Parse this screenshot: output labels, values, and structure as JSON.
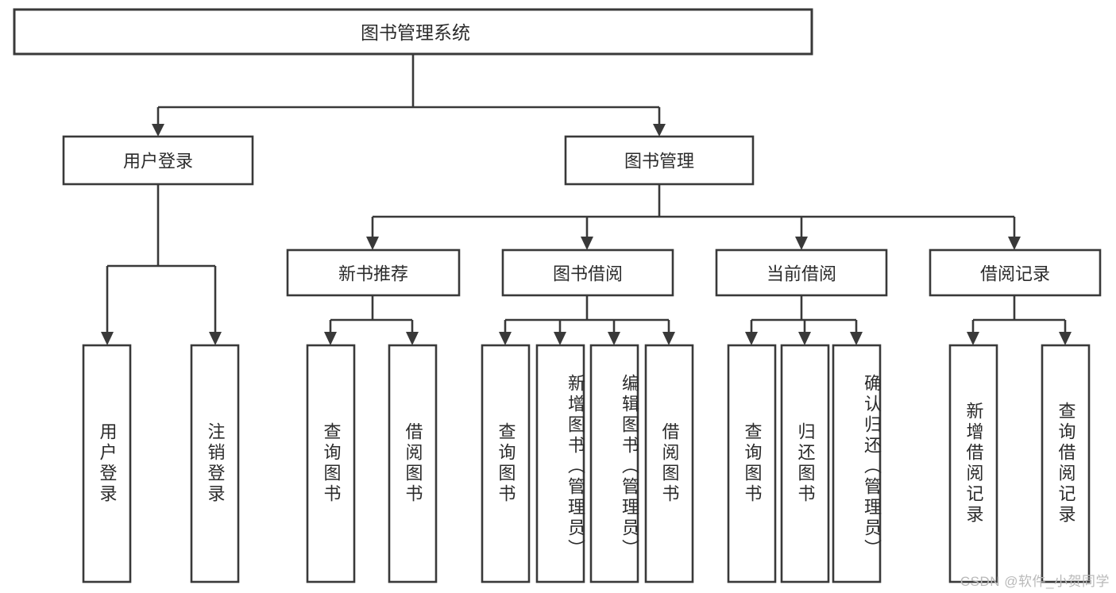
{
  "diagram": {
    "type": "tree-hierarchy",
    "title": "图书管理系统",
    "orientation": "top-down",
    "colors": {
      "stroke": "#393939",
      "box_fill": "#ffffff",
      "text": "#2b2b2b",
      "background": "#ffffff",
      "watermark": "#b9b9b9"
    },
    "root": {
      "id": "root",
      "label": "图书管理系统",
      "level": 0,
      "orientation": "horizontal"
    },
    "level1": [
      {
        "id": "user-login",
        "label": "用户登录",
        "orientation": "horizontal",
        "children": [
          {
            "id": "user-login-do",
            "label": "用户登录",
            "orientation": "vertical"
          },
          {
            "id": "user-logout",
            "label": "注销登录",
            "orientation": "vertical"
          }
        ]
      },
      {
        "id": "book-manage",
        "label": "图书管理",
        "orientation": "horizontal",
        "children": [
          {
            "id": "new-book-recommend",
            "label": "新书推荐",
            "orientation": "horizontal",
            "children": [
              {
                "id": "query-book-1",
                "label": "查询图书",
                "orientation": "vertical"
              },
              {
                "id": "borrow-book-1",
                "label": "借阅图书",
                "orientation": "vertical"
              }
            ]
          },
          {
            "id": "book-borrow",
            "label": "图书借阅",
            "orientation": "horizontal",
            "children": [
              {
                "id": "query-book-2",
                "label": "查询图书",
                "orientation": "vertical"
              },
              {
                "id": "add-book",
                "label": "新增图书（管理员）",
                "orientation": "vertical"
              },
              {
                "id": "edit-book",
                "label": "编辑图书（管理员）",
                "orientation": "vertical"
              },
              {
                "id": "borrow-book-2",
                "label": "借阅图书",
                "orientation": "vertical"
              }
            ]
          },
          {
            "id": "current-borrow",
            "label": "当前借阅",
            "orientation": "horizontal",
            "children": [
              {
                "id": "query-book-3",
                "label": "查询图书",
                "orientation": "vertical"
              },
              {
                "id": "return-book",
                "label": "归还图书",
                "orientation": "vertical"
              },
              {
                "id": "confirm-return",
                "label": "确认归还（管理员）",
                "orientation": "vertical"
              }
            ]
          },
          {
            "id": "borrow-record",
            "label": "借阅记录",
            "orientation": "horizontal",
            "children": [
              {
                "id": "add-borrow-record",
                "label": "新增借阅记录",
                "orientation": "vertical"
              },
              {
                "id": "query-borrow-record",
                "label": "查询借阅记录",
                "orientation": "vertical"
              }
            ]
          }
        ]
      }
    ]
  },
  "watermark": {
    "text": "CSDN @软件_小贺同学"
  }
}
